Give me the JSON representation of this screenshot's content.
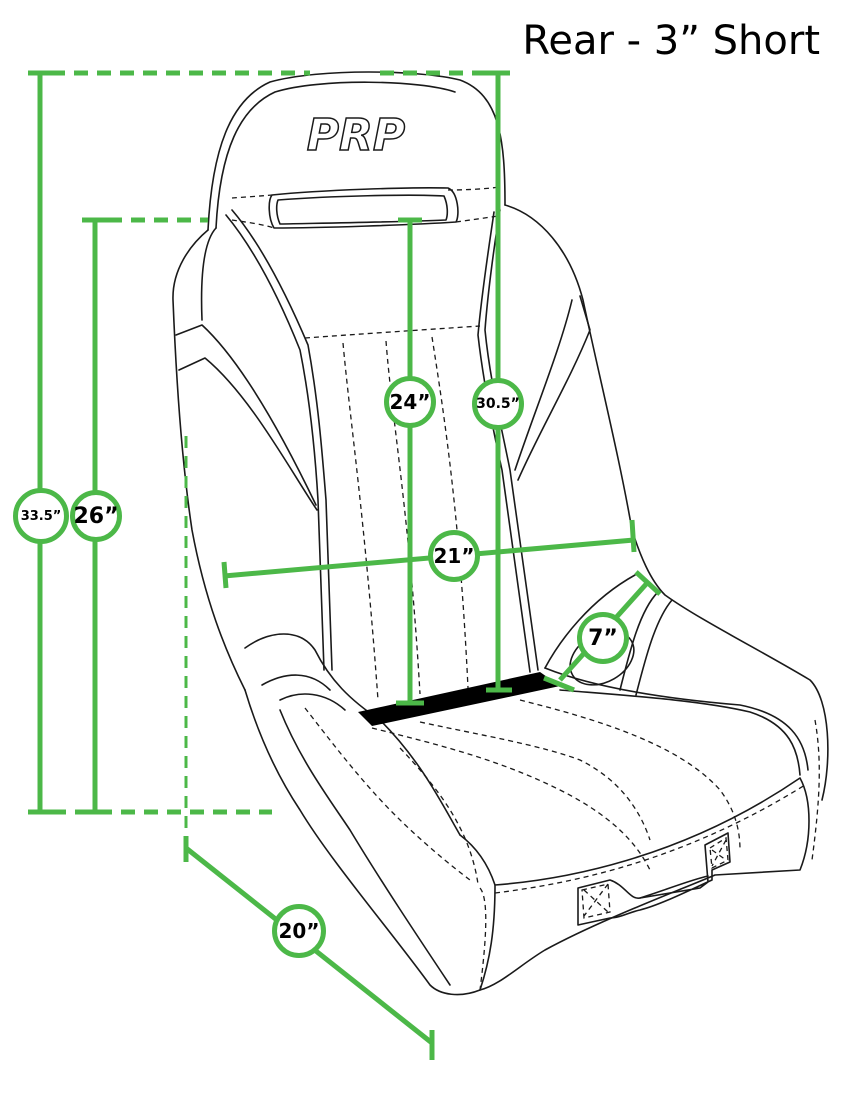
{
  "title": "Rear - 3” Short",
  "brand_logo": "PRP",
  "colors": {
    "dimension_green": "#4cb848",
    "outline": "#1a1a1a",
    "background": "#ffffff"
  },
  "dimensions": {
    "overall_height": {
      "label": "33.5”",
      "value": 33.5,
      "unit": "in"
    },
    "back_height": {
      "label": "26”",
      "value": 26,
      "unit": "in"
    },
    "inner_back_height": {
      "label": "24”",
      "value": 24,
      "unit": "in"
    },
    "backrest_to_top": {
      "label": "30.5”",
      "value": 30.5,
      "unit": "in"
    },
    "shoulder_width": {
      "label": "21”",
      "value": 21,
      "unit": "in"
    },
    "bolster_width": {
      "label": "7”",
      "value": 7,
      "unit": "in"
    },
    "seat_depth": {
      "label": "20”",
      "value": 20,
      "unit": "in"
    }
  }
}
